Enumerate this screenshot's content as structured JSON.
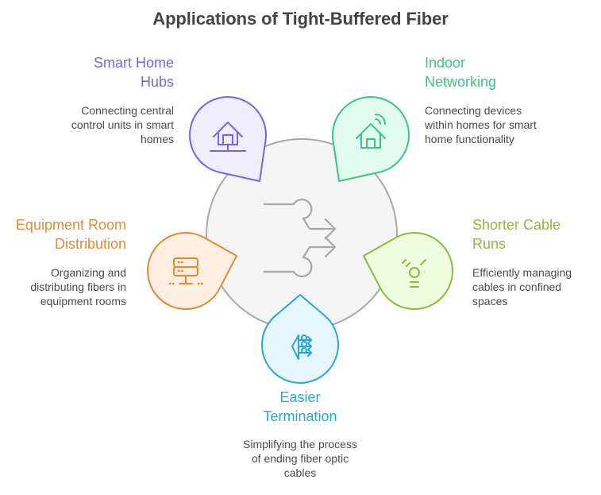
{
  "title": "Applications of Tight-Buffered Fiber",
  "center": {
    "icon": "fiber-loop-arrows-icon",
    "fill": "#f4f4f4",
    "stroke": "#a8a8a8"
  },
  "items": [
    {
      "id": "smart-home-hubs",
      "label_lines": [
        "Smart Home",
        "Hubs"
      ],
      "desc_lines": [
        "Connecting central",
        "control units in smart",
        "homes"
      ],
      "icon": "house-network-icon",
      "color": "#7b61e8",
      "fill": "#f0eefe"
    },
    {
      "id": "indoor-networking",
      "label_lines": [
        "Indoor",
        "Networking"
      ],
      "desc_lines": [
        "Connecting devices",
        "within homes for smart",
        "home functionality"
      ],
      "icon": "smart-house-wifi-icon",
      "color": "#3ec482",
      "fill": "#e2fbef"
    },
    {
      "id": "shorter-cable-runs",
      "label_lines": [
        "Shorter Cable",
        "Runs"
      ],
      "desc_lines": [
        "Efficiently managing",
        "cables in confined",
        "spaces"
      ],
      "icon": "light-bulb-icon",
      "color": "#8bba3c",
      "fill": "#f1fcdf"
    },
    {
      "id": "easier-termination",
      "label_lines": [
        "Easier",
        "Termination"
      ],
      "desc_lines": [
        "Simplifying the process",
        "of ending fiber optic",
        "cables"
      ],
      "icon": "fiber-splitter-icon",
      "color": "#27a6d8",
      "fill": "#e5f7fd"
    },
    {
      "id": "equipment-room-distribution",
      "label_lines": [
        "Equipment Room",
        "Distribution"
      ],
      "desc_lines": [
        "Organizing and",
        "distributing fibers in",
        "equipment rooms"
      ],
      "icon": "server-rack-icon",
      "color": "#e08a35",
      "fill": "#fdeedf"
    }
  ]
}
